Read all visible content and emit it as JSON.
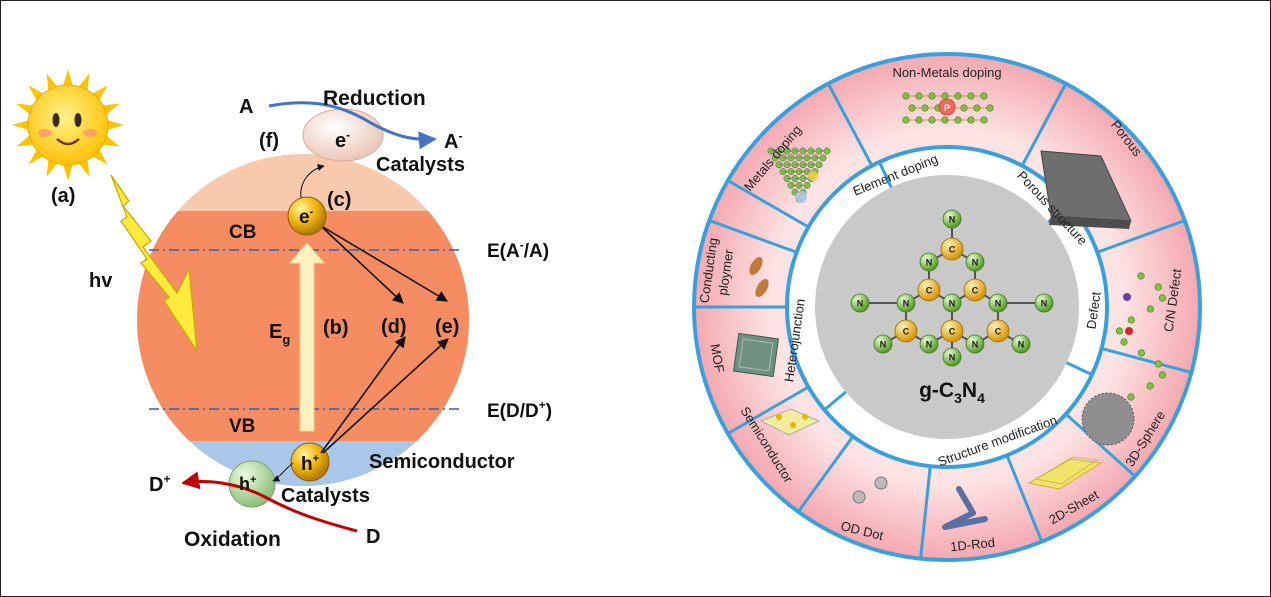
{
  "left_panel": {
    "label_a": "(a)",
    "label_b": "(b)",
    "label_c": "(c)",
    "label_d": "(d)",
    "label_e": "(e)",
    "label_f": "(f)",
    "hv": "hv",
    "reduction": "Reduction",
    "oxidation": "Oxidation",
    "catalysts_top": "Catalysts",
    "catalysts_bottom": "Catalysts",
    "cb": "CB",
    "vb": "VB",
    "semiconductor": "Semiconductor",
    "acceptor": "A",
    "acceptor_reduced": "A",
    "acceptor_reduced_sup": "-",
    "donor": "D",
    "donor_oxidized": "D",
    "donor_oxidized_sup": "+",
    "electron": "e",
    "electron_sup": "-",
    "hole": "h",
    "hole_sup": "+",
    "eg": "E",
    "eg_sub": "g",
    "level_acceptor": "E(A",
    "level_acceptor_sup": "-",
    "level_acceptor_end": "/A)",
    "level_donor": "E(D/D",
    "level_donor_sup": "+",
    "level_donor_end": ")",
    "colors": {
      "sphere_top": "#f9c9ae",
      "band": "#f68c62",
      "vb_region": "#a9c7e8",
      "eg_arrow": "#fdf0c2",
      "blue_arrow": "#4472c4",
      "red_arrow": "#c00000",
      "sun": "#ffd21f"
    }
  },
  "right_panel": {
    "center_title": "g-C",
    "center_sub1": "3",
    "center_title_mid": "N",
    "center_sub2": "4",
    "atom_n": "N",
    "atom_c": "C",
    "inner_ring": {
      "element_doping": "Element doping",
      "porous_structure": "Porous structure",
      "defect": "Defect",
      "structure_modification": "Structure modification",
      "heterojunction": "Heterojunction"
    },
    "outer_ring": {
      "non_metals_doping": "Non-Metals doping",
      "porous": "Porous",
      "cn_defect": "C/N Defect",
      "sphere_3d": "3D-Sphere",
      "sheet_2d": "2D-Sheet",
      "rod_1d": "1D-Rod",
      "dot_0d": "OD Dot",
      "semiconductor": "Semiconductor",
      "mof": "MOF",
      "conducting_l1": "Conducting",
      "conducting_l2": "ploymer",
      "metals_doping": "Metals doping"
    },
    "dopant_p": "P",
    "colors": {
      "ring_border": "#3aa0dc",
      "segment_light": "#fde5e5",
      "segment_dark": "#f3b5bb",
      "center_disc": "#c9c9c9",
      "nitrogen": "#7dc242",
      "carbon": "#f2b722"
    }
  }
}
